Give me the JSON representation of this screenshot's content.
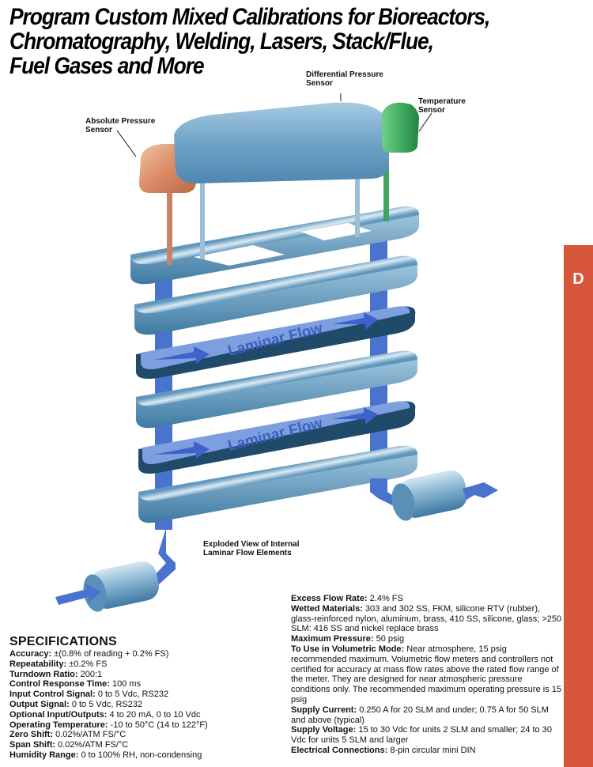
{
  "title": {
    "lines": [
      "Program Custom Mixed Calibrations for Bioreactors,",
      "Chromatography, Welding, Lasers, Stack/Flue,",
      "Fuel Gases and More"
    ]
  },
  "side_tab": {
    "letter": "D",
    "color": "#d8573a"
  },
  "diagram": {
    "callouts": {
      "differential_pressure": [
        "Differential Pressure",
        "Sensor"
      ],
      "temperature": [
        "Temperature",
        "Sensor"
      ],
      "absolute_pressure": [
        "Absolute Pressure",
        "Sensor"
      ],
      "exploded_view": [
        "Exploded View of Internal",
        "Laminar Flow Elements"
      ]
    },
    "laminar_label": "Laminar Flow",
    "colors": {
      "plate": "#6fa6c8",
      "plate_edge": "#4a86ad",
      "flow_blue": "#4a72cf",
      "abs_sensor": "#d9906e",
      "temp_sensor": "#3ea65c",
      "diff_sensor": "#7fb2d3"
    }
  },
  "specs_left": {
    "heading": "SPECIFICATIONS",
    "items": [
      {
        "label": "Accuracy:",
        "value": "±(0.8% of reading + 0.2% FS)"
      },
      {
        "label": "Repeatability:",
        "value": "±0.2% FS"
      },
      {
        "label": "Turndown Ratio:",
        "value": "200:1"
      },
      {
        "label": "Control Response Time:",
        "value": "100 ms"
      },
      {
        "label": "Input Control Signal:",
        "value": "0 to 5 Vdc, RS232"
      },
      {
        "label": "Output Signal:",
        "value": "0 to 5 Vdc, RS232"
      },
      {
        "label": "Optional Input/Outputs:",
        "value": "4 to 20 mA, 0 to 10 Vdc"
      },
      {
        "label": "Operating Temperature:",
        "value": "-10 to 50°C (14 to 122°F)"
      },
      {
        "label": "Zero Shift:",
        "value": "0.02%/ATM FS/°C"
      },
      {
        "label": "Span Shift:",
        "value": "0.02%/ATM FS/°C"
      },
      {
        "label": "Humidity Range:",
        "value": "0 to 100% RH, non-condensing"
      }
    ]
  },
  "specs_right": {
    "items": [
      {
        "label": "Excess Flow Rate:",
        "value": "2.4% FS"
      },
      {
        "label": "Wetted Materials:",
        "value": "303 and 302 SS, FKM, silicone RTV (rubber), glass-reinforced nylon, aluminum, brass, 410 SS, silicone, glass; >250 SLM: 416 SS and nickel replace brass"
      },
      {
        "label": "Maximum Pressure:",
        "value": "50 psig"
      },
      {
        "label": "To Use in Volumetric Mode:",
        "value": "Near atmosphere, 15 psig recommended maximum. Volumetric flow meters and controllers not certified for accuracy at mass flow rates above the rated flow range of the meter. They are designed for near atmospheric pressure conditions only. The recommended maximum operating pressure is 15 psig"
      },
      {
        "label": "Supply Current:",
        "value": "0.250 A for 20 SLM and under; 0.75 A for 50 SLM and above (typical)"
      },
      {
        "label": "Supply Voltage:",
        "value": "15 to 30 Vdc for units 2 SLM and smaller; 24 to 30 Vdc for units 5 SLM and larger"
      },
      {
        "label": "Electrical Connections:",
        "value": "8-pin circular mini DIN"
      }
    ]
  }
}
